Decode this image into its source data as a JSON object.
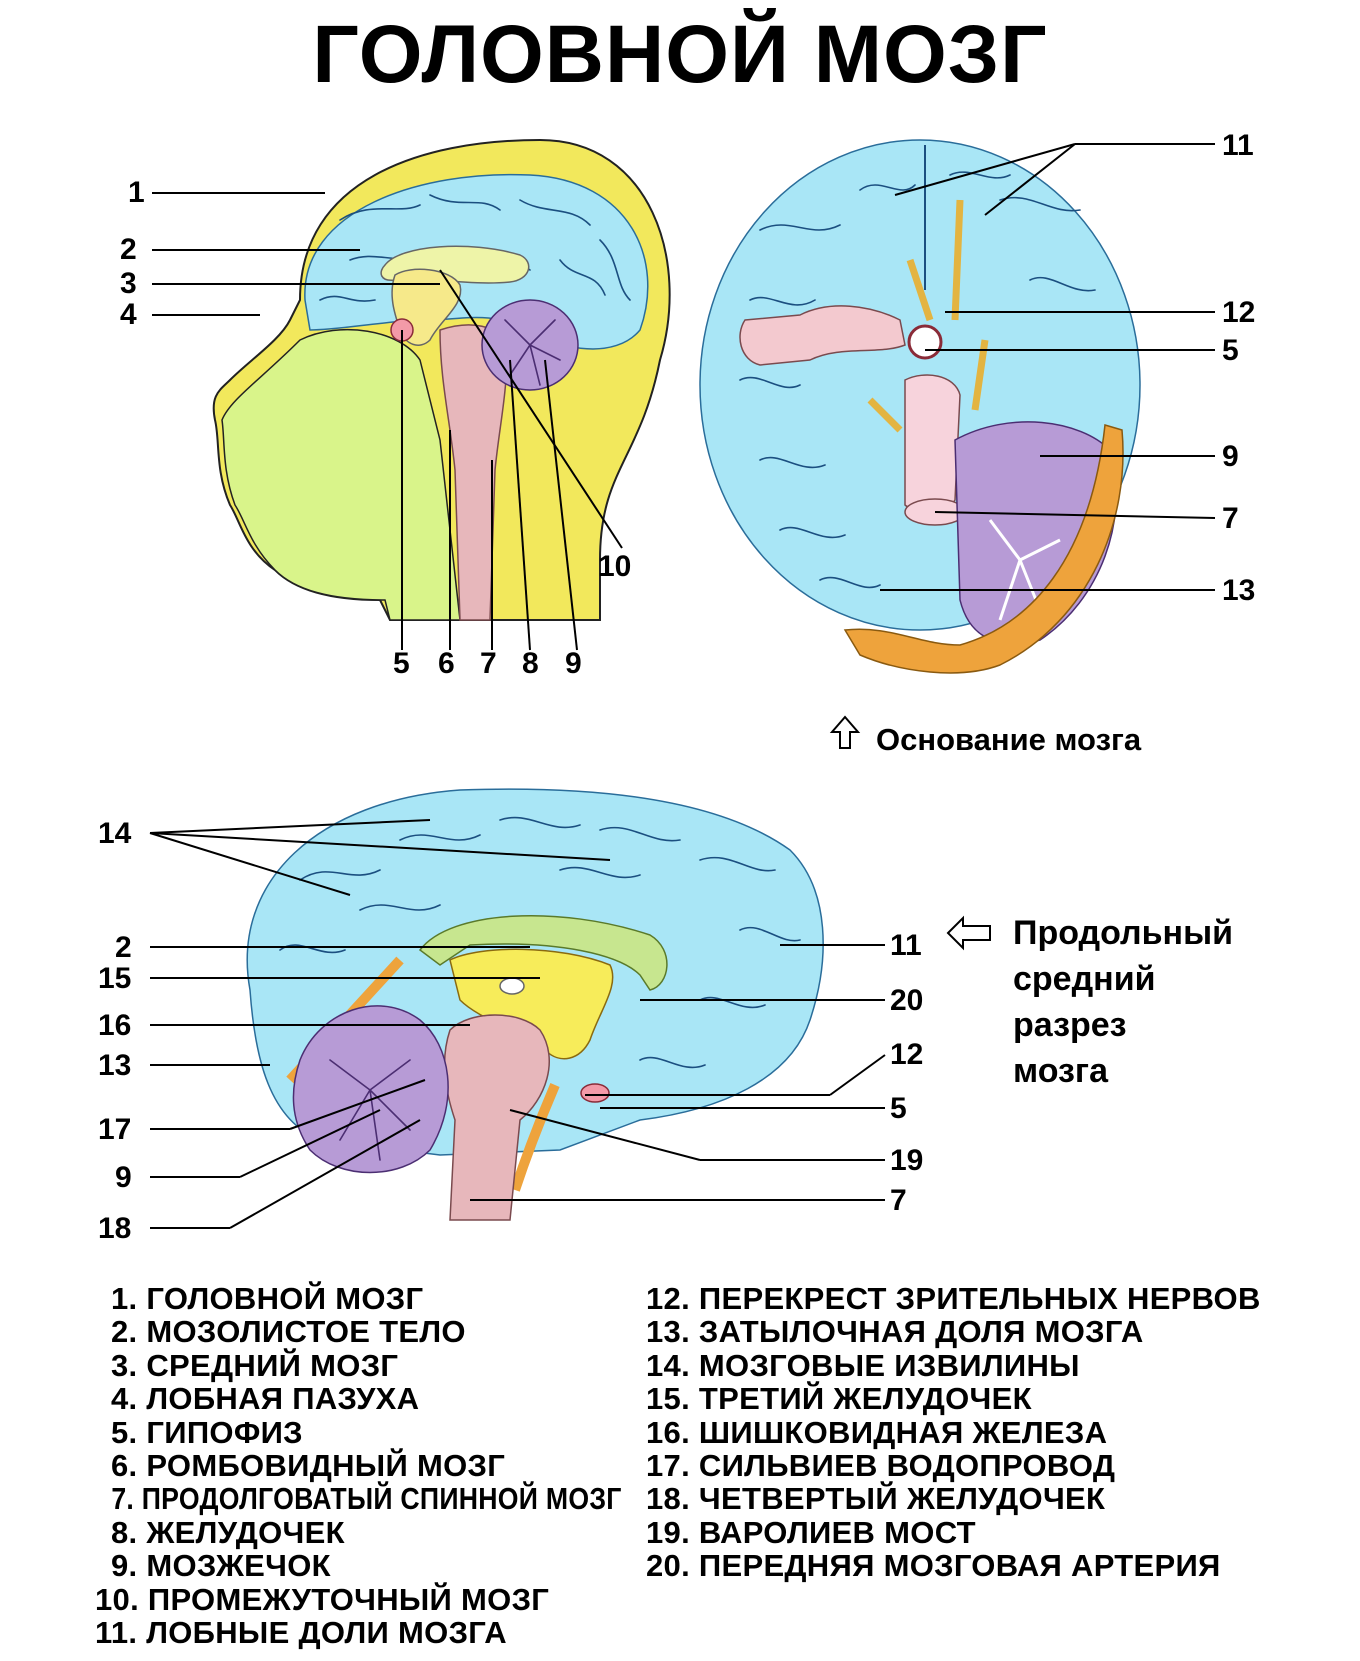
{
  "title": "ГОЛОВНОЙ МОЗГ",
  "fig1": {
    "left_labels": [
      "1",
      "2",
      "3",
      "4"
    ],
    "bottom_labels": [
      "5",
      "6",
      "7",
      "8",
      "9"
    ],
    "right_label": "10"
  },
  "fig2": {
    "labels": [
      "11",
      "12",
      "5",
      "9",
      "7",
      "13"
    ],
    "caption": "Основание мозга",
    "arrow_icon": "up-arrow-outline"
  },
  "fig3": {
    "left_labels": [
      "14",
      "2",
      "15",
      "16",
      "13",
      "17",
      "9",
      "18"
    ],
    "right_labels": [
      "11",
      "20",
      "12",
      "5",
      "19",
      "7"
    ],
    "caption_lines": [
      "Продольный",
      "средний",
      "разрез",
      "мозга"
    ],
    "arrow_icon": "left-arrow-outline"
  },
  "legend": {
    "left": [
      "1. ГОЛОВНОЙ МОЗГ",
      "2. МОЗОЛИСТОЕ ТЕЛО",
      "3. СРЕДНИЙ МОЗГ",
      "4. ЛОБНАЯ ПАЗУХА",
      "5. ГИПОФИЗ",
      "6. РОМБОВИДНЫЙ МОЗГ",
      "7. ПРОДОЛГОВАТЫЙ СПИННОЙ МОЗГ",
      "8. ЖЕЛУДОЧЕК",
      "9. МОЗЖЕЧОК",
      "10. ПРОМЕЖУТОЧНЫЙ МОЗГ",
      "11. ЛОБНЫЕ ДОЛИ МОЗГА"
    ],
    "right": [
      "12. ПЕРЕКРЕСТ ЗРИТЕЛЬНЫХ НЕРВОВ",
      "13. ЗАТЫЛОЧНАЯ ДОЛЯ МОЗГА",
      "14. МОЗГОВЫЕ ИЗВИЛИНЫ",
      "15. ТРЕТИЙ ЖЕЛУДОЧЕК",
      "16. ШИШКОВИДНАЯ ЖЕЛЕЗА",
      "17. СИЛЬВИЕВ ВОДОПРОВОД",
      "18. ЧЕТВЕРТЫЙ ЖЕЛУДОЧЕК",
      "19. ВАРОЛИЕВ МОСТ",
      "20. ПЕРЕДНЯЯ МОЗГОВАЯ АРТЕРИЯ"
    ]
  },
  "colors": {
    "brain": "#a9e6f6",
    "gyri": "#1b4f80",
    "skull": "#f2e85c",
    "face": "#d9f48a",
    "cerebellum": "#b79bd6",
    "brainstem": "#e7b7bb",
    "bone": "#eea33c"
  }
}
